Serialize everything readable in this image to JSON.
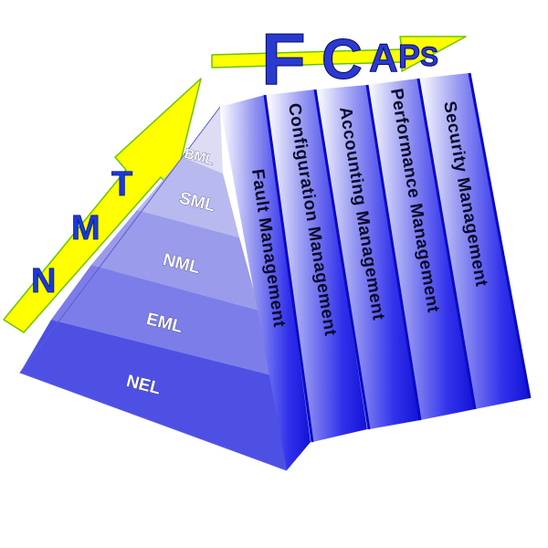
{
  "nmt_letters": [
    "N",
    "M",
    "T"
  ],
  "fcaps_letters": [
    "F",
    "C",
    "A",
    "P",
    "S"
  ],
  "layers": [
    "BML",
    "SML",
    "NML",
    "EML",
    "NEL"
  ],
  "functions": [
    "Fault Management",
    "Configuration Management",
    "Accounting Management",
    "Performance Management",
    "Security Management"
  ],
  "colors": {
    "arrow_fill": "#ffff00",
    "arrow_stroke": "#6ac400",
    "letters": "#1a3ad8",
    "panel_gradient_dark": "#1212e6",
    "panel_gradient_light": "#ffffff"
  }
}
